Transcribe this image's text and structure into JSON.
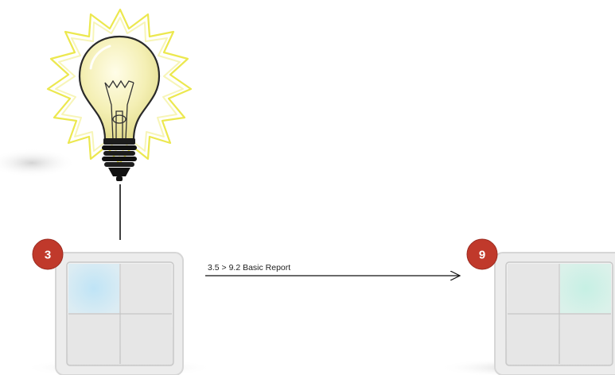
{
  "diagram": {
    "bulb": {
      "icon": "light-bulb-icon"
    },
    "devices": [
      {
        "id": "3",
        "icon": "wall-switch-icon",
        "active_button": "top-left",
        "glow_color": "#bfe4f6"
      },
      {
        "id": "9",
        "icon": "wall-switch-icon",
        "active_button": "top-right",
        "glow_color": "#c6f0e4"
      }
    ],
    "connection": {
      "label": "3.5 > 9.2 Basic Report"
    },
    "colors": {
      "badge": "#c0392b",
      "bulb_glass": "#f6f1b8",
      "bulb_rays": "#ece84f",
      "switch_plate": "#e9e9e9",
      "switch_frame": "#d2d2d2",
      "line": "#111111"
    }
  }
}
